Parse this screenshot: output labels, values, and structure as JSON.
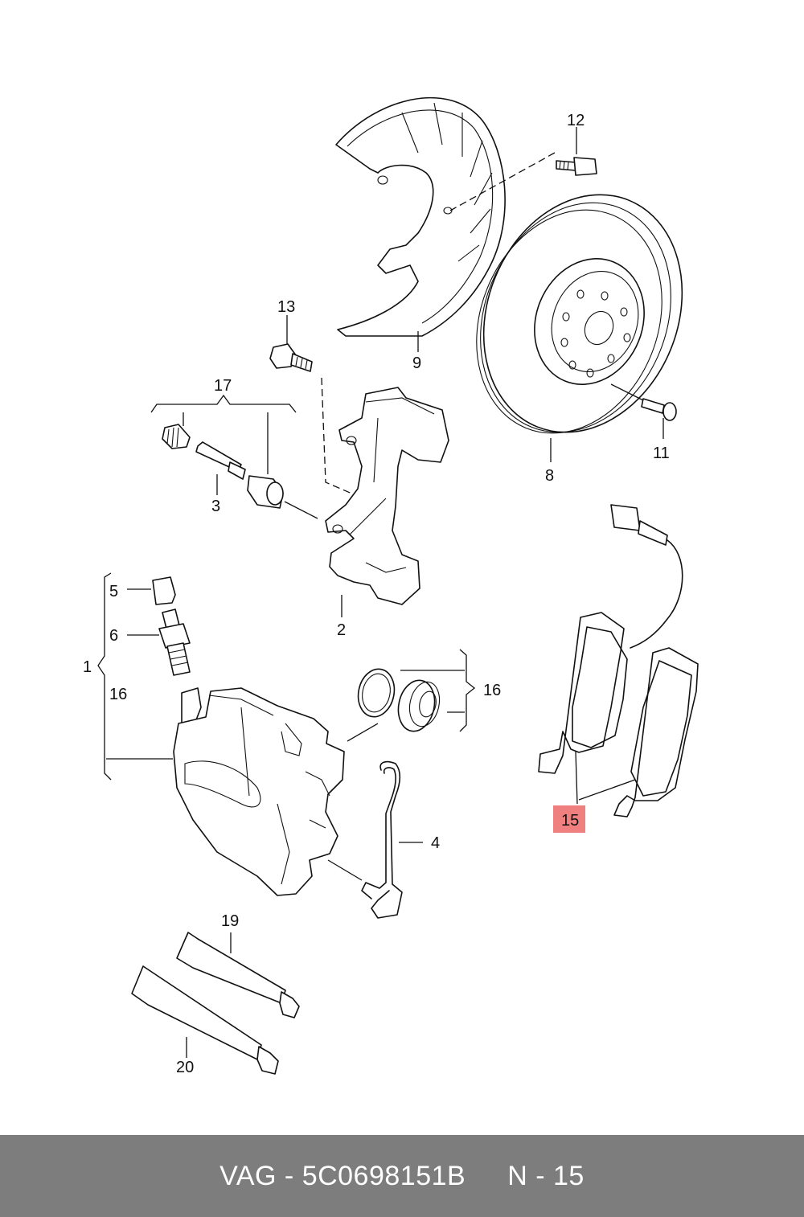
{
  "diagram": {
    "callouts": {
      "c1": "1",
      "c2": "2",
      "c3": "3",
      "c4": "4",
      "c5": "5",
      "c6": "6",
      "c8": "8",
      "c9": "9",
      "c11": "11",
      "c12": "12",
      "c13": "13",
      "c15": "15",
      "c16a": "16",
      "c16b": "16",
      "c17": "17",
      "c19": "19",
      "c20": "20"
    },
    "highlighted_callout": "15",
    "highlight_color": "#f08080"
  },
  "footer": {
    "brand": "VAG",
    "separator": "-",
    "part_number": "5C0698151B",
    "position_prefix": "N",
    "position_number": "15",
    "background": "#7d7d7d"
  }
}
